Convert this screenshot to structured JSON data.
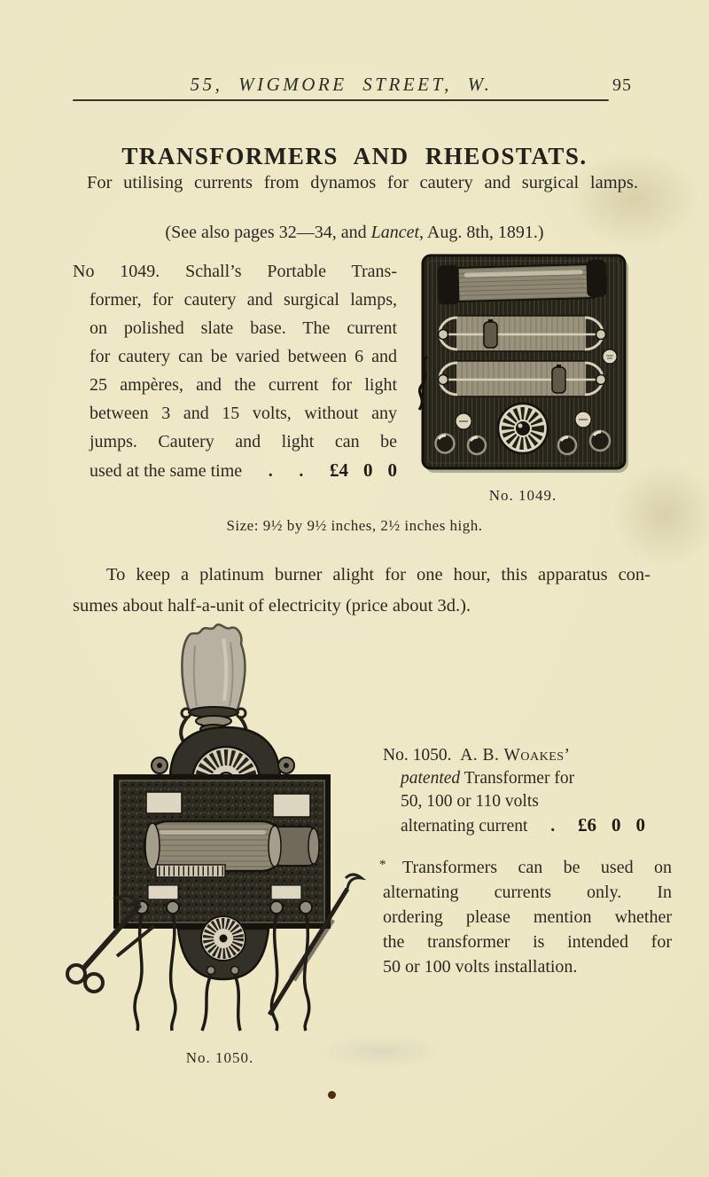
{
  "colors": {
    "paper": "#ece6c3",
    "ink": "#2b2921"
  },
  "header": {
    "address": "55, WIGMORE STREET, W.",
    "page_number": "95"
  },
  "title": "TRANSFORMERS AND RHEOSTATS.",
  "intro": "For utilising currents from dynamos for cautery and surgical lamps.",
  "see_also": {
    "before": "(See also pages 32—34, and ",
    "journal": "Lancet",
    "after": ", Aug. 8th, 1891.)"
  },
  "item1049": {
    "lines": [
      "No 1049. Schall’s Portable Trans-",
      "former, for cautery and surgical lamps,",
      "on polished slate base. The current",
      "for cautery can be varied between 6 and",
      "25 ampères, and the current for light",
      "between 3 and 15 volts, without any",
      "jumps. Cautery and light can be"
    ],
    "price_label": "used at the same time",
    "dot1": ".",
    "dot2": ".",
    "price": {
      "pounds": "£4",
      "shillings": "0",
      "pence": "0"
    },
    "caption": "No. 1049.",
    "size_note": "Size: 9½ by 9½ inches, 2½ inches high."
  },
  "note": {
    "line1": "To keep a platinum burner alight for one hour, this apparatus con-",
    "line2": "sumes about half-a-unit of electricity (price about 3d.)."
  },
  "item1050": {
    "head_no": "No. 1050.",
    "head_name": "A. B. Woakes’",
    "line2_italic": "patented",
    "line2_rest": " Transformer for",
    "line3": "50, 100 or 110 volts",
    "price_label": "alternating current",
    "dot": ".",
    "price": {
      "pounds": "£6",
      "shillings": "0",
      "pence": "0"
    },
    "footnote_mark": "*",
    "para": [
      "Transformers can be used on",
      "alternating currents only. In",
      "ordering please mention whether",
      "the transformer is intended for",
      "50 or 100 volts installation."
    ],
    "caption": "No. 1050."
  }
}
